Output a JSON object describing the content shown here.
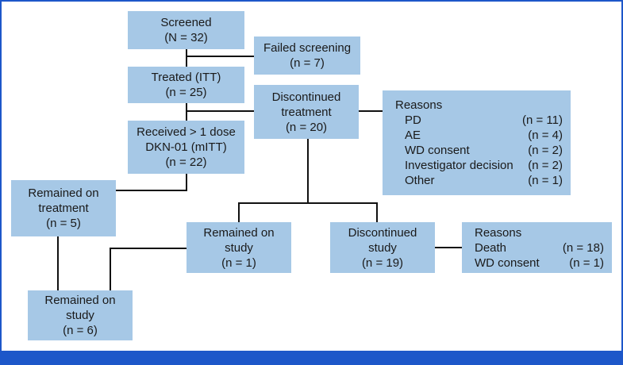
{
  "boxes": {
    "screened": [
      "Screened",
      "(N = 32)"
    ],
    "failed_screening": [
      "Failed screening",
      "(n = 7)"
    ],
    "treated": [
      "Treated (ITT)",
      "(n = 25)"
    ],
    "discontinued_treatment": [
      "Discontinued",
      "treatment",
      "(n = 20)"
    ],
    "received": [
      "Received > 1 dose",
      "DKN-01 (mITT)",
      "(n = 22)"
    ],
    "remained_on_treatment": [
      "Remained on",
      "treatment",
      "(n = 5)"
    ],
    "remained_on_study_1": [
      "Remained on",
      "study",
      "(n = 1)"
    ],
    "discontinued_study": [
      "Discontinued",
      "study",
      "(n = 19)"
    ],
    "remained_on_study_6": [
      "Remained on",
      "study",
      "(n = 6)"
    ]
  },
  "reasons_treatment": {
    "title": "Reasons",
    "items": [
      {
        "label": "PD",
        "count": "(n = 11)"
      },
      {
        "label": "AE",
        "count": "(n = 4)"
      },
      {
        "label": "WD consent",
        "count": "(n = 2)"
      },
      {
        "label": "Investigator decision",
        "count": "(n = 2)"
      },
      {
        "label": "Other",
        "count": "(n = 1)"
      }
    ]
  },
  "reasons_study": {
    "title": "Reasons",
    "items": [
      {
        "label": "Death",
        "count": "(n = 18)"
      },
      {
        "label": "WD consent",
        "count": "(n = 1)"
      }
    ]
  },
  "colors": {
    "box": "#a6c8e6",
    "frame": "#1d57c9",
    "line": "#111111"
  }
}
